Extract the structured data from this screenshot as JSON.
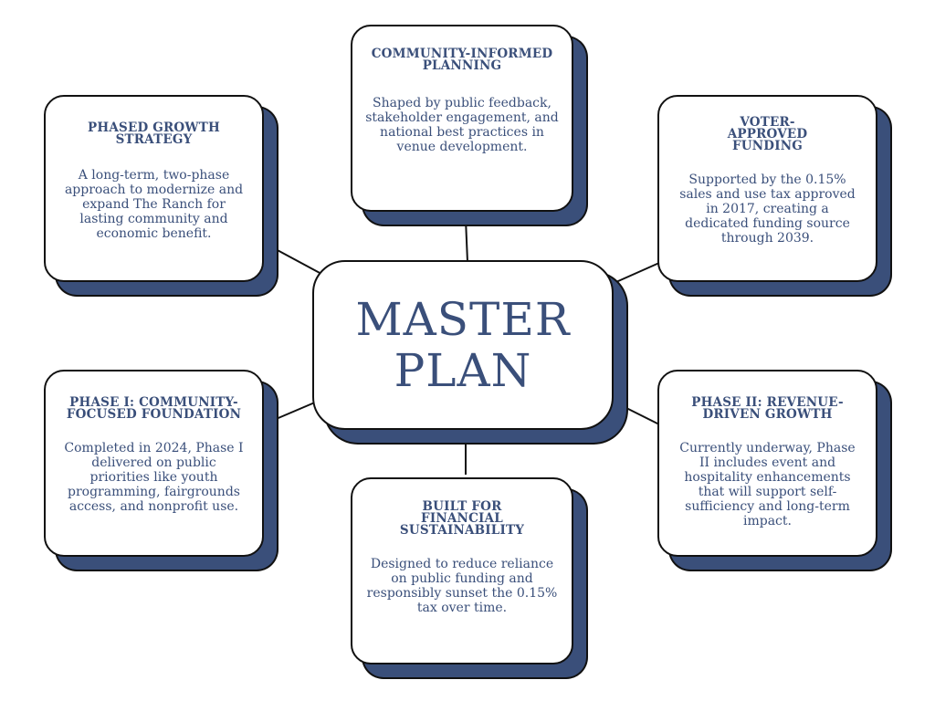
{
  "colors": {
    "navy": "#3a4f7a",
    "outline": "#111111",
    "background": "#ffffff"
  },
  "center": {
    "line1": "MASTER",
    "line2": "PLAN"
  },
  "cards": {
    "community_planning": {
      "title": "COMMUNITY-INFORMED PLANNING",
      "body": "Shaped by public feedback, stakeholder engagement, and national best practices in venue development."
    },
    "phased_growth": {
      "title": "PHASED GROWTH STRATEGY",
      "body": "A long-term, two-phase approach to modernize and expand The Ranch for lasting community and economic benefit."
    },
    "voter_funding": {
      "title": "VOTER-APPROVED FUNDING",
      "body": "Supported by the 0.15% sales and use tax approved in 2017, creating a dedicated funding source through 2039."
    },
    "phase_one": {
      "title": "PHASE I: COMMUNITY-FOCUSED FOUNDATION",
      "body": "Completed in 2024, Phase I delivered on public priorities like youth programming, fairgrounds access, and nonprofit use."
    },
    "financial_sustainability": {
      "title": "BUILT FOR FINANCIAL SUSTAINABILITY",
      "body": "Designed to reduce reliance on public funding and responsibly sunset the 0.15% tax over time."
    },
    "phase_two": {
      "title": "PHASE II: REVENUE-DRIVEN GROWTH",
      "body": "Currently underway, Phase II includes event and hospitality enhancements that will support self-sufficiency and long-term impact."
    }
  }
}
